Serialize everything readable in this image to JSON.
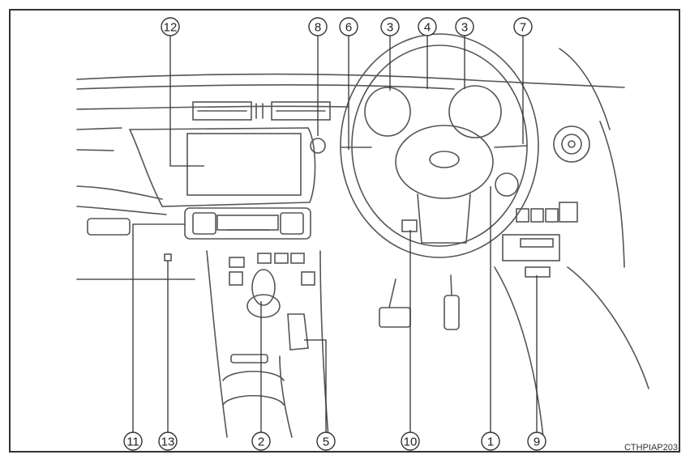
{
  "figure_code": "CTHPIAP203",
  "callouts": [
    {
      "id": "c12",
      "label": "12"
    },
    {
      "id": "c8",
      "label": "8"
    },
    {
      "id": "c6",
      "label": "6"
    },
    {
      "id": "c3a",
      "label": "3"
    },
    {
      "id": "c4",
      "label": "4"
    },
    {
      "id": "c3b",
      "label": "3"
    },
    {
      "id": "c7",
      "label": "7"
    },
    {
      "id": "c11",
      "label": "11"
    },
    {
      "id": "c13",
      "label": "13"
    },
    {
      "id": "c2",
      "label": "2"
    },
    {
      "id": "c5",
      "label": "5"
    },
    {
      "id": "c10",
      "label": "10"
    },
    {
      "id": "c1",
      "label": "1"
    },
    {
      "id": "c9",
      "label": "9"
    }
  ]
}
